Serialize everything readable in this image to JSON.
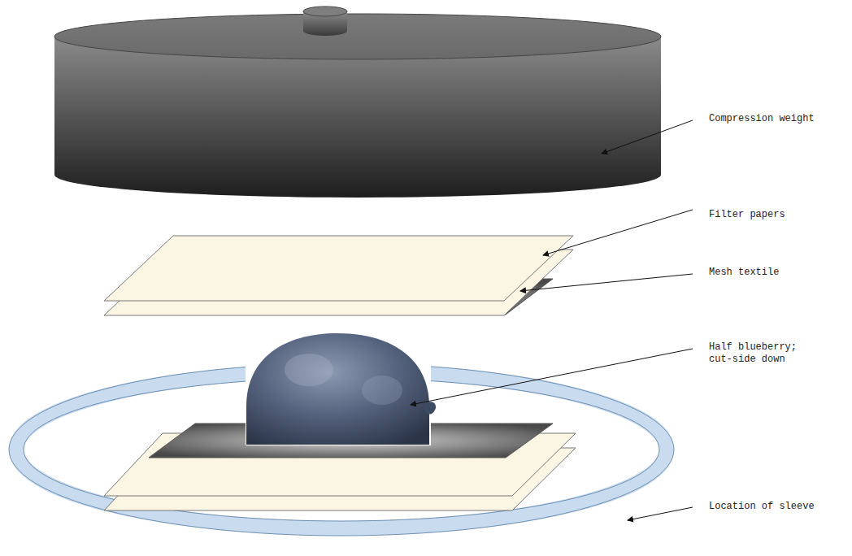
{
  "diagram": {
    "labels": [
      "Compression weight",
      "Filter papers",
      "Mesh textile",
      "Half blueberry; cut-side down",
      "Location of sleeve"
    ]
  }
}
